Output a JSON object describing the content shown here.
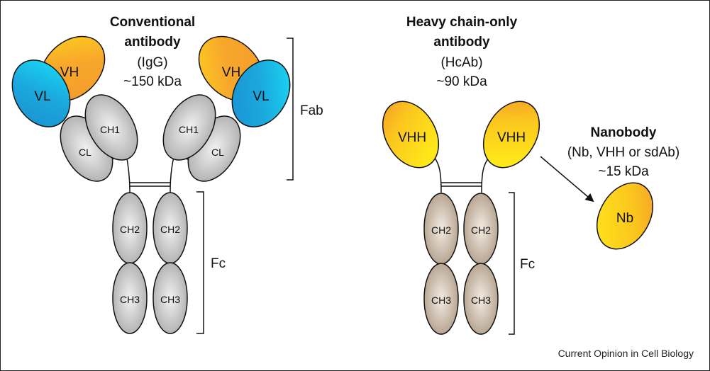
{
  "figure": {
    "credit": "Current Opinion in Cell Biology",
    "colors": {
      "vh": "#f5a623",
      "vl": "#1aa7dc",
      "constant_grey": "#bcbcbc",
      "hcab_constant": "#c2ad98",
      "vhh": "#f7d21a",
      "outline": "#111111"
    }
  },
  "conventional": {
    "title_lines": [
      "Conventional",
      "antibody"
    ],
    "abbrev": "(IgG)",
    "mass": "~150 kDa",
    "domains": {
      "vh": "VH",
      "vl": "VL",
      "ch1": "CH1",
      "cl": "CL",
      "ch2": "CH2",
      "ch3": "CH3"
    },
    "regions": {
      "fab": "Fab",
      "fc": "Fc"
    }
  },
  "hcab": {
    "title_lines": [
      "Heavy chain-only",
      "antibody"
    ],
    "abbrev": "(HcAb)",
    "mass": "~90 kDa",
    "domains": {
      "vhh": "VHH",
      "ch2": "CH2",
      "ch3": "CH3"
    },
    "regions": {
      "fc": "Fc"
    }
  },
  "nanobody": {
    "title": "Nanobody",
    "aliases": "(Nb, VHH or sdAb)",
    "mass": "~15 kDa",
    "domain": "Nb"
  }
}
